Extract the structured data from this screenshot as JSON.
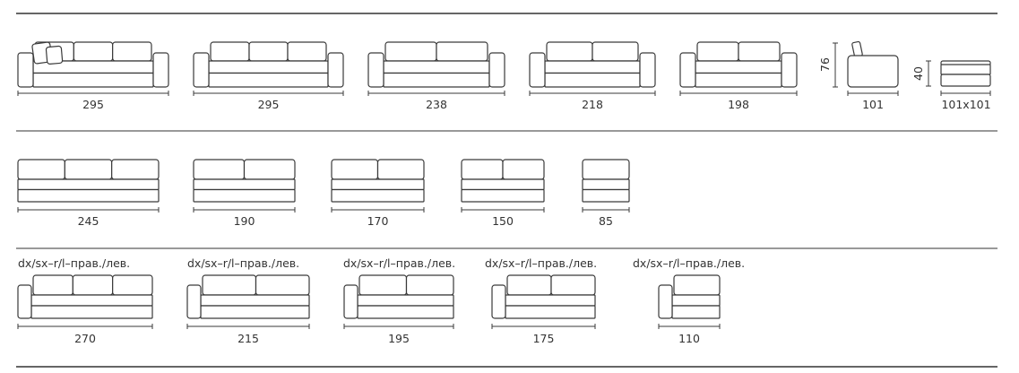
{
  "title": "Sofa modules dimensions",
  "unit": "cm",
  "row1": [
    {
      "name": "sofa-295-with-pillows",
      "label": "295"
    },
    {
      "name": "sofa-295",
      "label": "295"
    },
    {
      "name": "sofa-238",
      "label": "238"
    },
    {
      "name": "sofa-218",
      "label": "218"
    },
    {
      "name": "sofa-198",
      "label": "198"
    },
    {
      "name": "armchair-module-side",
      "label": "101",
      "height_label": "76"
    },
    {
      "name": "ottoman",
      "label": "101x101",
      "height_label": "40"
    }
  ],
  "row2": [
    {
      "name": "backless-module-245",
      "label": "245"
    },
    {
      "name": "backless-module-190",
      "label": "190"
    },
    {
      "name": "backless-module-170",
      "label": "170"
    },
    {
      "name": "backless-module-150",
      "label": "150"
    },
    {
      "name": "backless-module-85",
      "label": "85"
    }
  ],
  "row3": [
    {
      "name": "one-arm-module-270",
      "label": "270",
      "caption": "dx/sx–r/l–прав./лев."
    },
    {
      "name": "one-arm-module-215",
      "label": "215",
      "caption": "dx/sx–r/l–прав./лев."
    },
    {
      "name": "one-arm-module-195",
      "label": "195",
      "caption": "dx/sx–r/l–прав./лев."
    },
    {
      "name": "one-arm-module-175",
      "label": "175",
      "caption": "dx/sx–r/l–прав./лев."
    },
    {
      "name": "one-arm-module-110",
      "label": "110",
      "caption": "dx/sx–r/l–прав./лев."
    }
  ],
  "colors": {
    "line": "#3a3a3a",
    "text": "#333333"
  }
}
